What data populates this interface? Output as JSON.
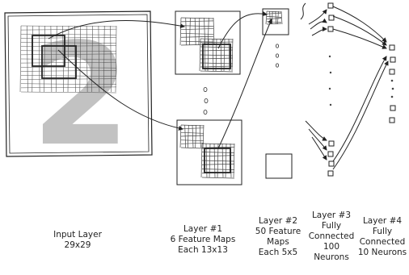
{
  "input_layer": {
    "digit": "2",
    "name": "Input Layer",
    "size": "29x29"
  },
  "layer1": {
    "name": "Layer #1",
    "desc1": "6 Feature Maps",
    "desc2": "Each 13x13"
  },
  "layer2": {
    "name": "Layer #2",
    "desc1": "50 Feature",
    "desc2": "Maps",
    "desc3": "Each 5x5"
  },
  "layer3": {
    "name": "Layer #3",
    "desc1": "Fully",
    "desc2": "Connected",
    "desc3": "100",
    "desc4": "Neurons"
  },
  "layer4": {
    "name": "Layer #4",
    "desc1": "Fully",
    "desc2": "Connected",
    "desc3": "10 Neurons"
  },
  "colors": {
    "ink": "#222222",
    "digit": "#c2c2c2",
    "grid": "#555555"
  }
}
